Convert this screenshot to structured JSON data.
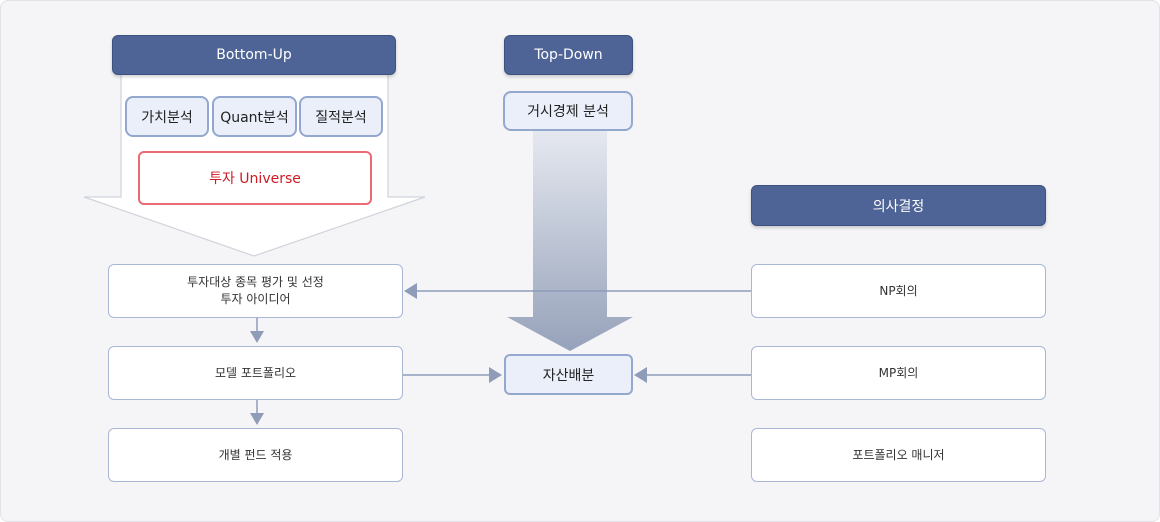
{
  "bottom_up": {
    "header": "Bottom-Up",
    "analyses": [
      "가치분석",
      "Quant분석",
      "질적분석"
    ],
    "universe": "투자 Universe"
  },
  "top_down": {
    "header": "Top-Down",
    "macro": "거시경제 분석"
  },
  "decision": {
    "header": "의사결정",
    "items": [
      "NP회의",
      "MP회의",
      "포트폴리오 매니저"
    ]
  },
  "process": {
    "steps": [
      {
        "line1": "투자대상 종목 평가 및 선정",
        "line2": "투자 아이디어"
      },
      {
        "line1": "모델 포트폴리오",
        "line2": ""
      },
      {
        "line1": "개별 펀드 적용",
        "line2": ""
      }
    ]
  },
  "asset_allocation": "자산배분",
  "colors": {
    "header_fill": "#4f6496",
    "chip_fill": "#eaeff9",
    "chip_border": "#93a7cf",
    "universe_border": "#ec6a74",
    "universe_text": "#d01a24",
    "connector": "#8e9cb8"
  }
}
